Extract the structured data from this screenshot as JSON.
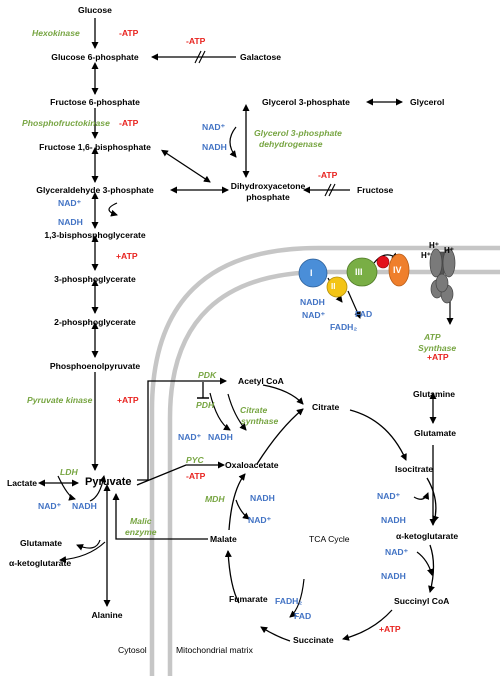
{
  "colors": {
    "metabolite": "#000000",
    "enzyme": "#77a542",
    "cofactor": "#4273c4",
    "atp": "#e8231f",
    "membrane": "#c6c6c6",
    "complex_I": "#4a8ed8",
    "complex_II": "#f3c415",
    "complex_III": "#79ae45",
    "complex_IV": "#ef7f2c",
    "cytochrome_c": "#e3101a",
    "atp_synthase": "#777777"
  },
  "compartments": {
    "cytosol": "Cytosol",
    "matrix": "Mitochondrial matrix"
  },
  "metabolites": {
    "glucose": "Glucose",
    "g6p": "Glucose 6-phosphate",
    "galactose": "Galactose",
    "f6p": "Fructose 6-phosphate",
    "f16bp": "Fructose 1,6- bisphosphate",
    "gly3p": "Glycerol 3-phosphate",
    "glycerol": "Glycerol",
    "dhap_line1": "Dihydroxyacetone",
    "dhap_line2": "phosphate",
    "fructose": "Fructose",
    "ga3p": "Glyceraldehyde 3-phosphate",
    "bpg13": "1,3-bisphosphoglycerate",
    "pg3": "3-phosphoglycerate",
    "pg2": "2-phosphoglycerate",
    "pep": "Phosphoenolpyruvate",
    "pyruvate": "Pyruvate",
    "lactate": "Lactate",
    "glutamate_cyt": "Glutamate",
    "akg_cyt": "α-ketoglutarate",
    "alanine": "Alanine",
    "acetyl_coa": "Acetyl CoA",
    "oxaloacetate": "Oxaloacetate",
    "citrate": "Citrate",
    "isocitrate": "Isocitrate",
    "akg_mito": "α-ketoglutarate",
    "succinyl_coa": "Succinyl CoA",
    "succinate": "Succinate",
    "fumarate": "Fumarate",
    "malate": "Malate",
    "glutamine": "Glutamine",
    "glutamate_mito": "Glutamate",
    "tca": "TCA Cycle"
  },
  "enzymes": {
    "hexokinase": "Hexokinase",
    "pfk": "Phosphofructokinase",
    "g3pdh_line1": "Glycerol 3-phosphate",
    "g3pdh_line2": "dehydrogenase",
    "pk": "Pyruvate kinase",
    "ldh": "LDH",
    "malic_line1": "Malic",
    "malic_line2": "enzyme",
    "pdk": "PDK",
    "pdh": "PDH",
    "pyc": "PYC",
    "cs_line1": "Citrate",
    "cs_line2": "synthase",
    "mdh": "MDH",
    "atp_synthase_line1": "ATP",
    "atp_synthase_line2": "Synthase"
  },
  "cofactors": {
    "nad_plus": "NAD⁺",
    "nadh": "NADH",
    "fadh2": "FADH₂",
    "fad": "FAD",
    "h_plus": "H⁺"
  },
  "energy": {
    "minus_atp": "-ATP",
    "plus_atp": "+ATP"
  },
  "etc_complexes": {
    "I": "I",
    "II": "II",
    "III": "III",
    "IV": "IV"
  }
}
